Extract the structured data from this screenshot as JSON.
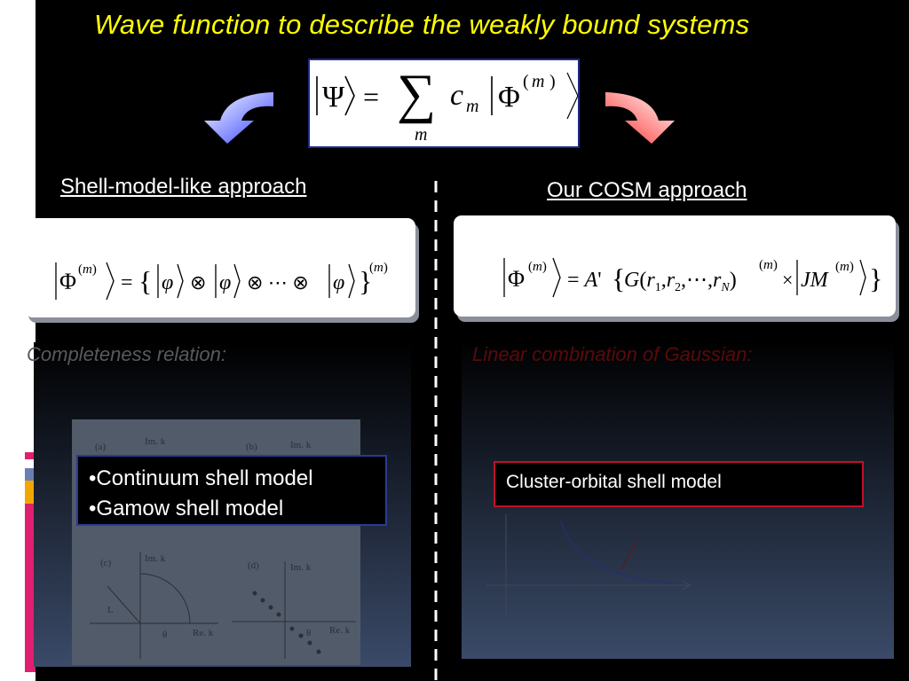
{
  "slide": {
    "title": "Wave function to describe the weakly bound systems",
    "main_equation_icon": "wave-function-expansion-formula",
    "left": {
      "heading": "Shell-model-like approach",
      "formula_icon": "product-of-single-particle-states-formula",
      "panel_title": "Completeness relation:",
      "figure_labels": [
        "(a)",
        "(b)",
        "(c)",
        "(d)",
        "Im. k",
        "Re. k",
        "L",
        "θ"
      ],
      "note_items": [
        "•Continuum shell model",
        "•Gamow shell model"
      ]
    },
    "right": {
      "heading": "Our COSM approach",
      "formula_icon": "gaussian-cluster-orbital-formula",
      "panel_title": "Linear combination of Gaussian:",
      "note": "Cluster-orbital shell model"
    }
  },
  "colors": {
    "title": "#ffff00",
    "left_arrow": "#4050ff",
    "right_arrow": "#ff3a3a",
    "left_note_border": "#2a3a96",
    "right_note_border": "#c0102a"
  }
}
